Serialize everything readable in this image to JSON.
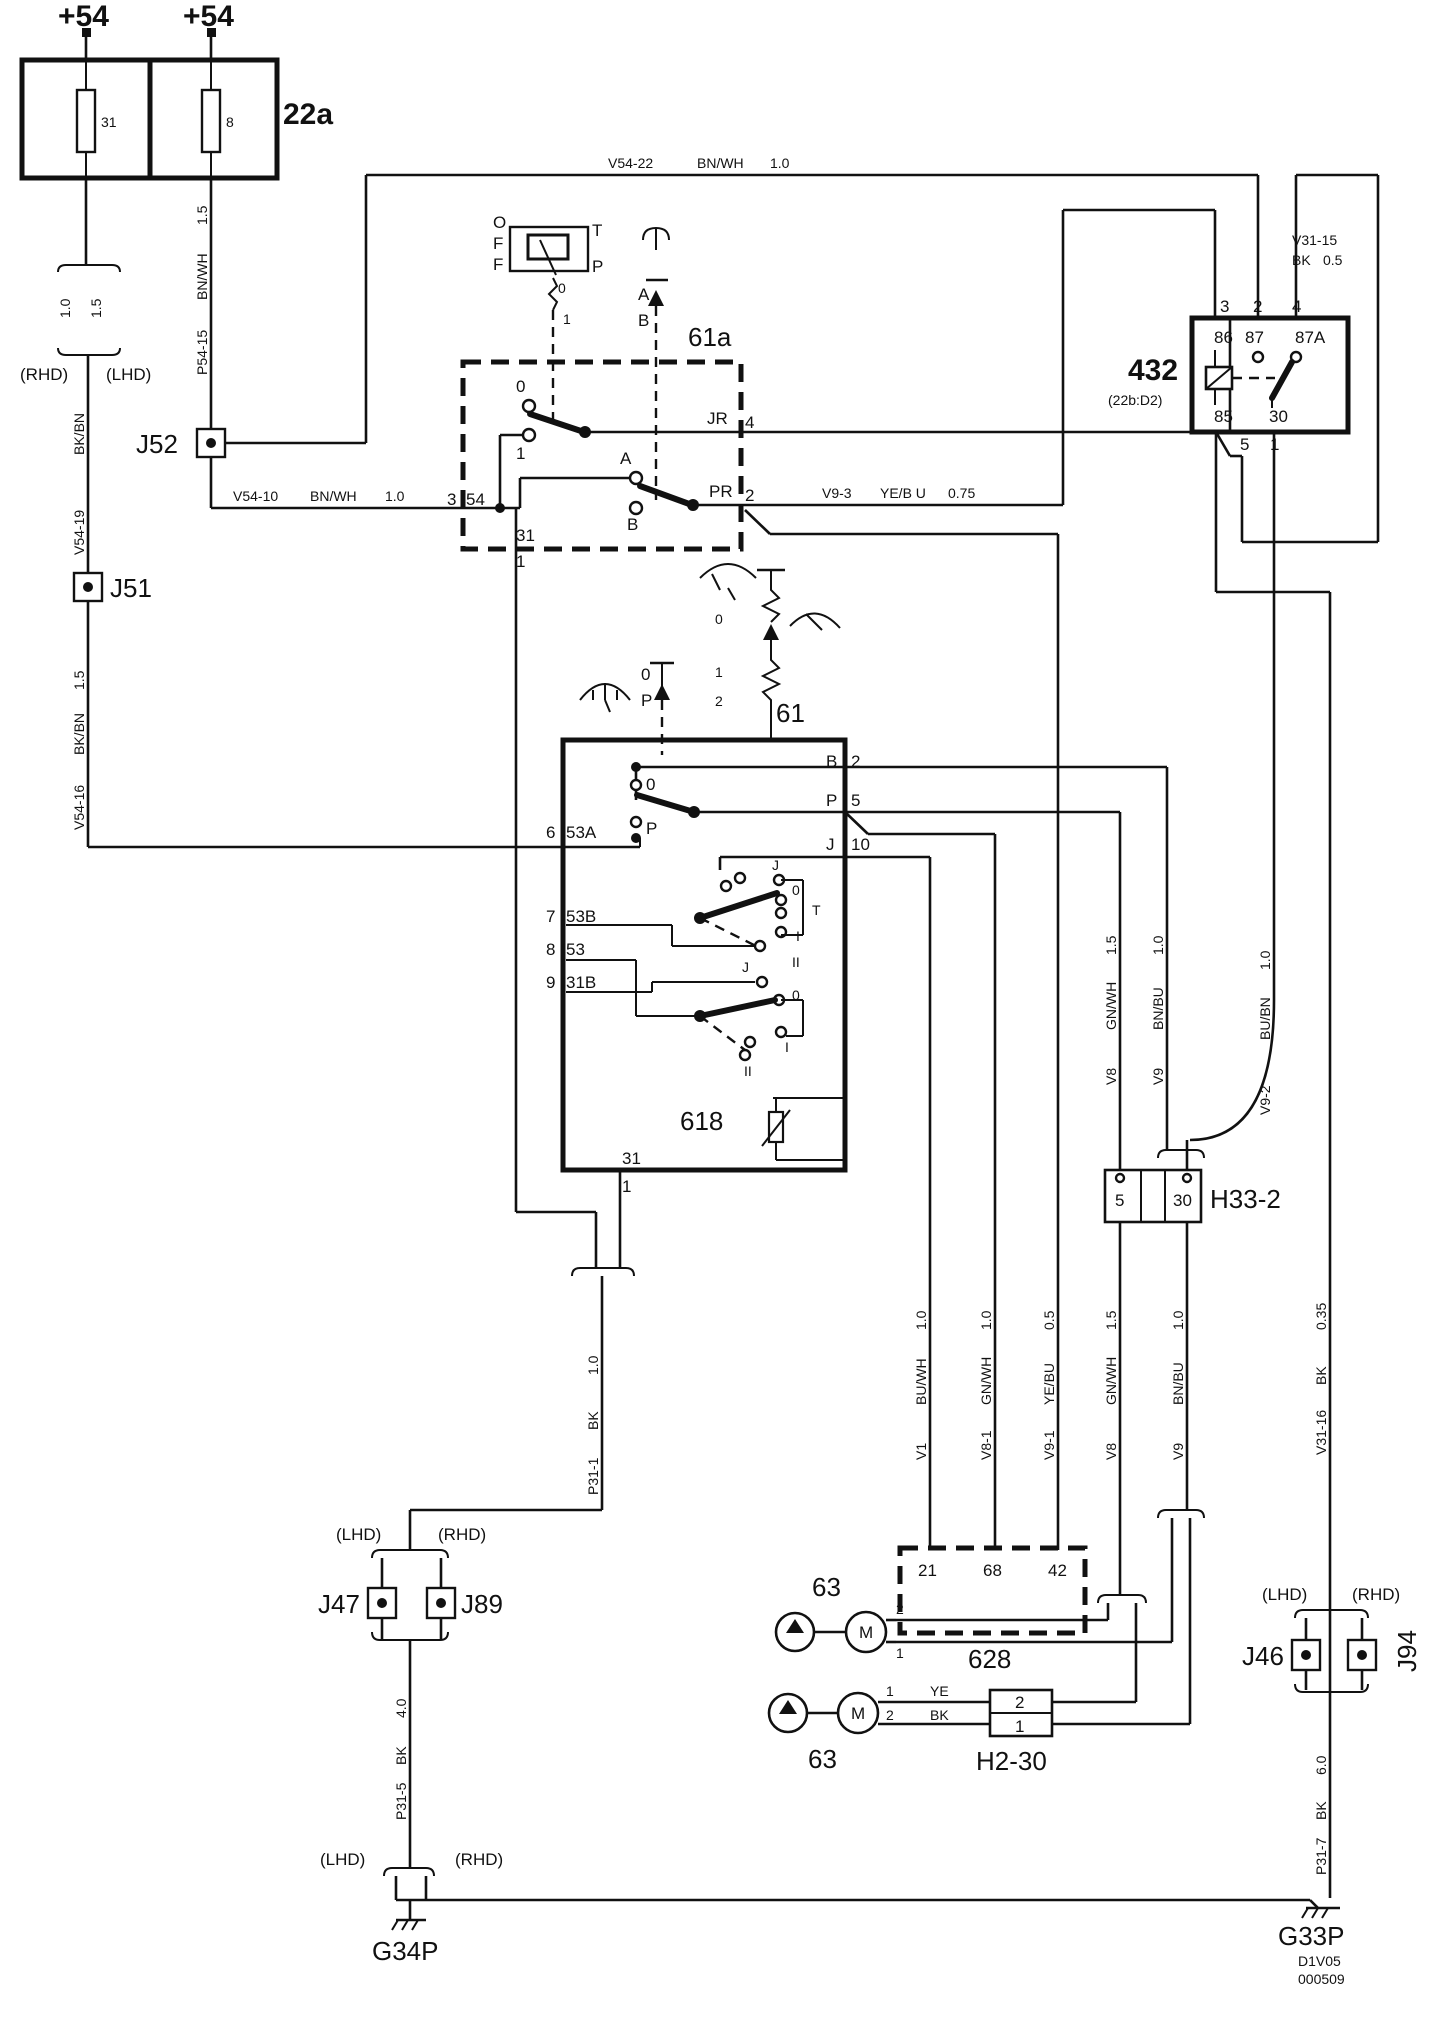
{
  "supply": {
    "left": "+54",
    "right": "+54"
  },
  "fuse_box": {
    "id": "22a",
    "fuse_left": "31",
    "fuse_right": "8"
  },
  "labels": {
    "rhd": "(RHD)",
    "lhd": "(LHD)",
    "w_10": "1.0",
    "w_15": "1.5",
    "w_075": "0.75",
    "w_05": "0.5",
    "w_035": "0.35",
    "w_40": "4.0",
    "w_60": "6.0",
    "c_bnwh": "BN/WH",
    "c_bkbn": "BK/BN",
    "c_yebu": "YE/B U",
    "c_yebu2": "YE/BU",
    "c_gnwh": "GN/WH",
    "c_bnbu": "BN/BU",
    "c_bubn": "BU/BN",
    "c_buwh": "BU/WH",
    "c_bk": "BK",
    "c_ye": "YE",
    "v54_22": "V54-22",
    "v54_10": "V54-10",
    "v54_19": "V54-19",
    "v54_16": "V54-16",
    "p54_15": "P54-15",
    "v9_3": "V9-3",
    "v31_15": "V31-15",
    "v8": "V8",
    "v9": "V9",
    "v9_2": "V9-2",
    "v1": "V1",
    "v8_1": "V8-1",
    "v9_1": "V9-1",
    "v31_16": "V31-16",
    "p31_1": "P31-1",
    "p31_5": "P31-5",
    "p31_7": "P31-7",
    "n0": "0",
    "n1": "1",
    "n2": "2",
    "n3": "3",
    "n4": "4",
    "n5": "5",
    "n6": "6",
    "n7": "7",
    "n8": "8",
    "n9": "9",
    "n10": "10",
    "n30": "30",
    "n31": "31",
    "A": "A",
    "B": "B",
    "P": "P",
    "J": "J",
    "T": "T",
    "I": "I",
    "II": "II",
    "O": "O",
    "F": "F",
    "jr": "JR",
    "pr": "PR",
    "t54": "54",
    "t53a": "53A",
    "t53b": "53B",
    "t53": "53",
    "t31b": "31B",
    "r86": "86",
    "r87": "87",
    "r87a": "87A",
    "r85": "85"
  },
  "components": {
    "c61a": "61a",
    "c61": "61",
    "c618": "618",
    "relay": "432",
    "relay_ref": "(22b:D2)",
    "c628": "628",
    "c628_pins": [
      "21",
      "68",
      "42"
    ],
    "pump_top": "63",
    "pump_bottom": "63",
    "h33": "H33-2",
    "h33_pins": [
      "5",
      "30"
    ],
    "h2": "H2-30",
    "h2_pins": [
      "2",
      "1"
    ]
  },
  "junctions": {
    "j52": "J52",
    "j51": "J51",
    "j47": "J47",
    "j89": "J89",
    "j46": "J46",
    "j94": "J94"
  },
  "grounds": {
    "g34p": "G34P",
    "g33p": "G33P"
  },
  "footer": {
    "code1": "D1V05",
    "code2": "000509"
  }
}
